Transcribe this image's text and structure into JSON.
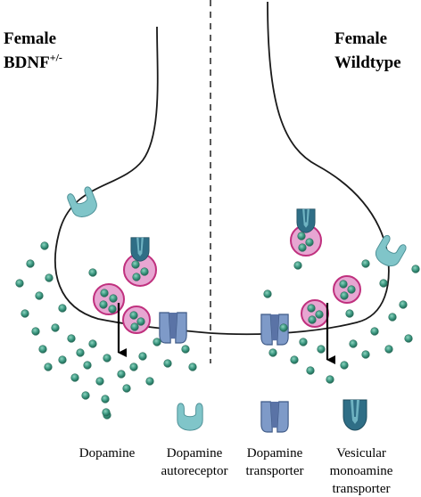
{
  "panels": {
    "left": {
      "line1": "Female",
      "line2": "BDNF",
      "line2_sup": "+/-"
    },
    "right": {
      "line1": "Female",
      "line2": "Wildtype"
    }
  },
  "legend": {
    "dopamine": "Dopamine",
    "autoreceptor": {
      "line1": "Dopamine",
      "line2": "autoreceptor"
    },
    "transporter": {
      "line1": "Dopamine",
      "line2": "transporter"
    },
    "vmat": {
      "line1": "Vesicular",
      "line2": "monoamine",
      "line3": "transporter"
    }
  },
  "colors": {
    "dopamine": "#3f9b84",
    "vesicle_fill": "#e7a6d2",
    "vesicle_stroke": "#c0307e",
    "autoreceptor": "#80c5c9",
    "transporter": "#7e9ac8",
    "vmat": "#2f6e86"
  },
  "icons": {
    "dopamine": "dot-icon",
    "autoreceptor": "autoreceptor-icon",
    "transporter": "transporter-icon",
    "vmat": "vmat-icon"
  }
}
